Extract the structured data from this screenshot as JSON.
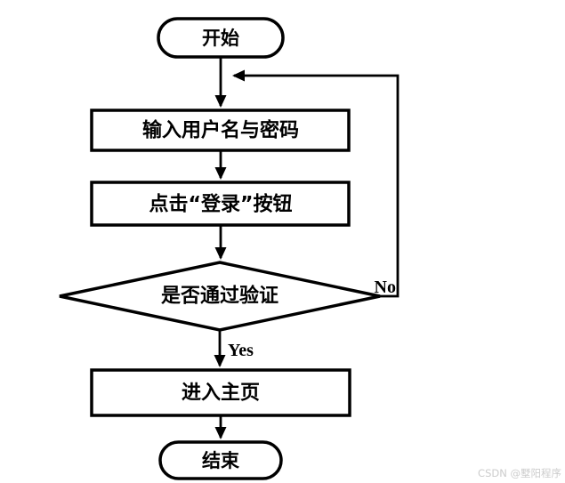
{
  "flowchart": {
    "description": "Login process flowchart",
    "stroke_color": "#000000",
    "fill_color": "#ffffff",
    "nodes": {
      "start": {
        "type": "terminator",
        "label": "开始"
      },
      "input_credentials": {
        "type": "process",
        "label": "输入用户名与密码"
      },
      "click_login": {
        "type": "process",
        "label": "点击“登录”按钮"
      },
      "verify": {
        "type": "decision",
        "label": "是否通过验证"
      },
      "enter_home": {
        "type": "process",
        "label": "进入主页"
      },
      "end": {
        "type": "terminator",
        "label": "结束"
      }
    },
    "edges": {
      "yes_label": "Yes",
      "no_label": "No",
      "connections": [
        {
          "from": "start",
          "to": "input_credentials",
          "label": ""
        },
        {
          "from": "input_credentials",
          "to": "click_login",
          "label": ""
        },
        {
          "from": "click_login",
          "to": "verify",
          "label": ""
        },
        {
          "from": "verify",
          "to": "enter_home",
          "label": "Yes"
        },
        {
          "from": "verify",
          "to": "input_credentials",
          "label": "No"
        },
        {
          "from": "enter_home",
          "to": "end",
          "label": ""
        }
      ]
    }
  },
  "watermark": {
    "text": "CSDN @墅阳程序",
    "color": "#cccccc"
  }
}
